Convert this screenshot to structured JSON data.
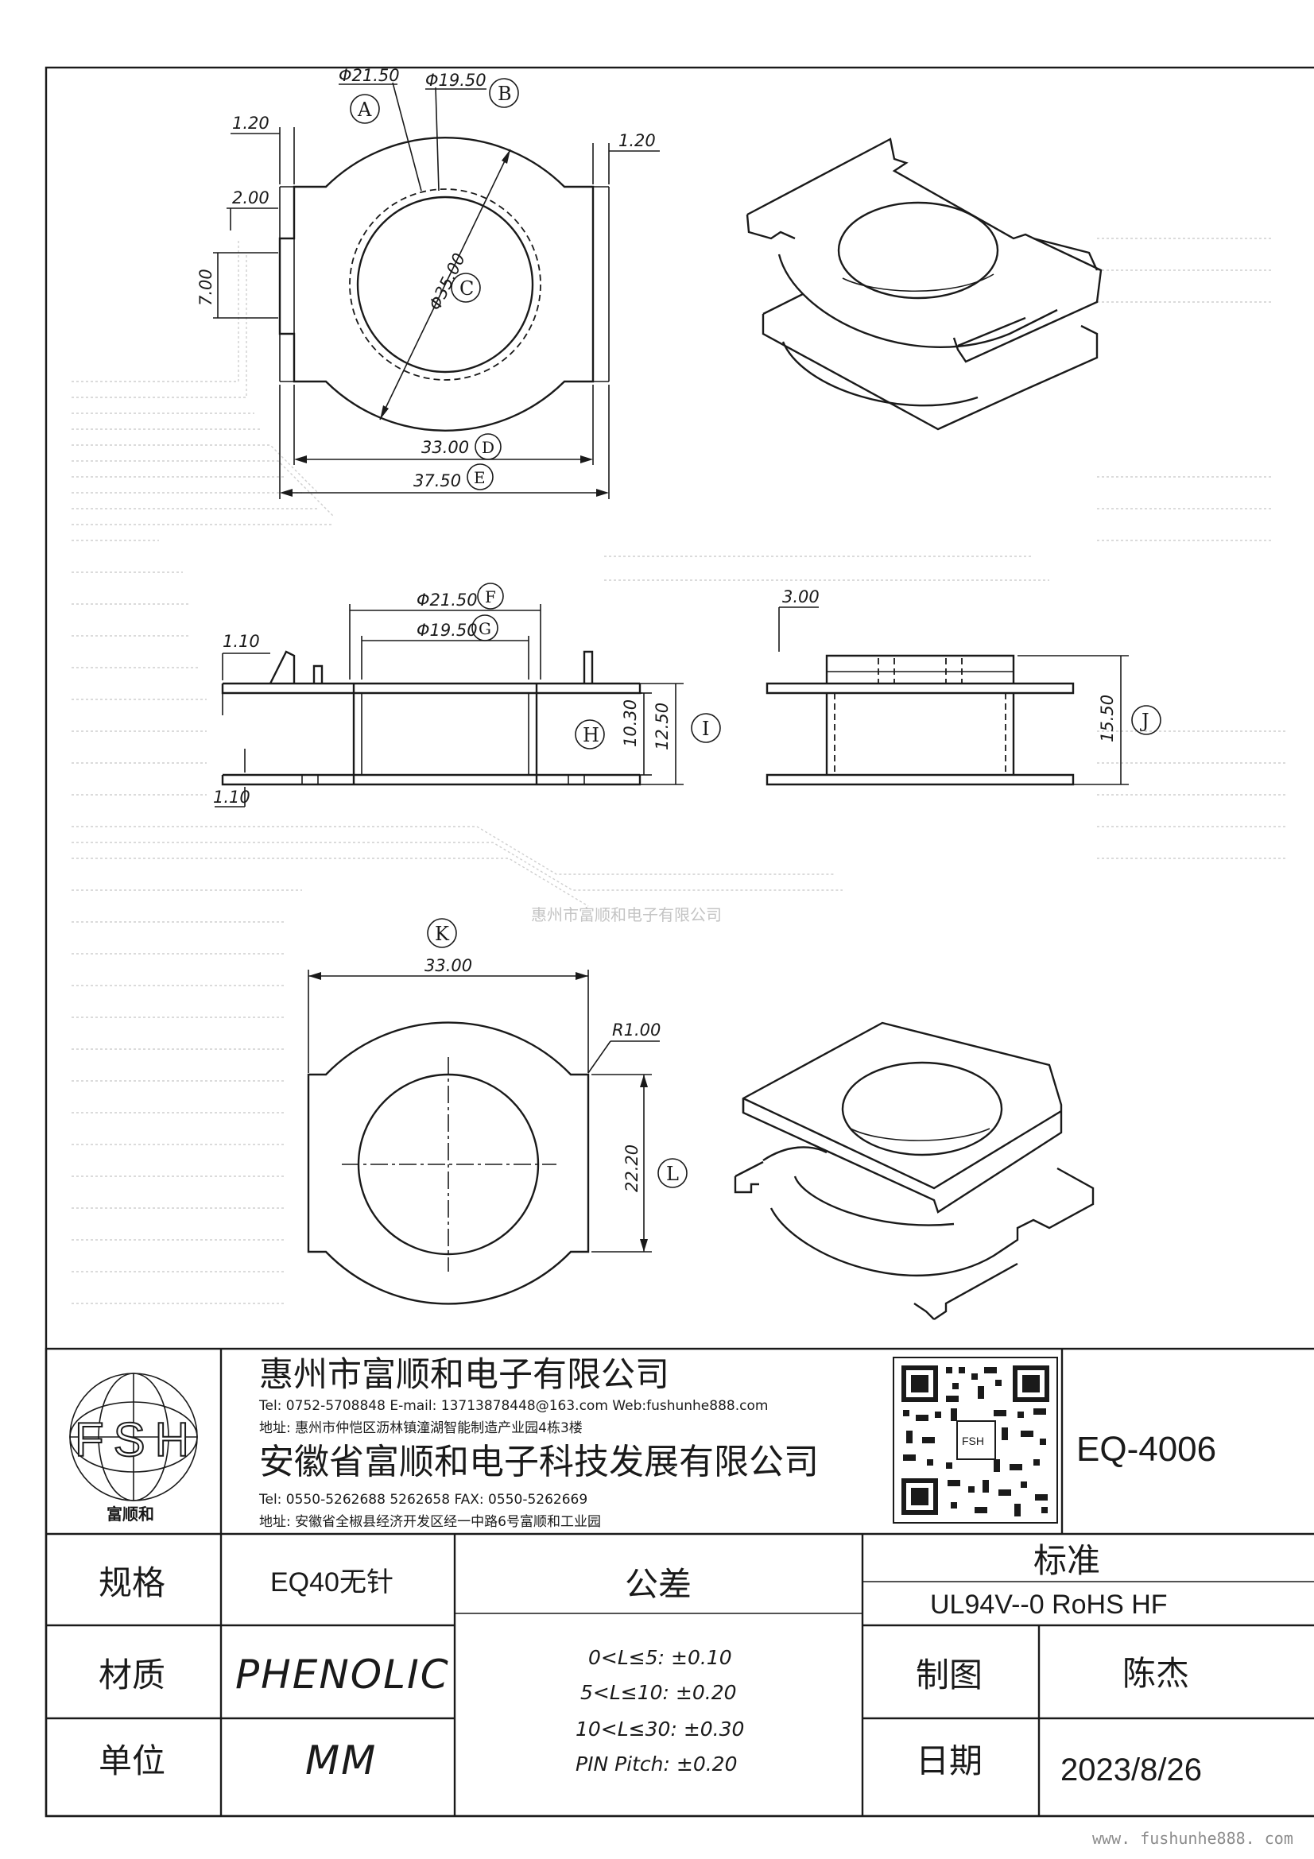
{
  "watermark": "惠州市富顺和电子有限公司",
  "footer_url": "www. fushunhe888. com",
  "top_view": {
    "dims": {
      "a": "Φ21.50",
      "b": "Φ19.50",
      "c": "Φ35.00",
      "d": "33.00",
      "e": "37.50",
      "w_left": "1.20",
      "w_right": "1.20",
      "h1": "2.00",
      "h2": "7.00"
    },
    "bubbles": {
      "a": "A",
      "b": "B",
      "c": "C",
      "d": "D",
      "e": "E"
    }
  },
  "side_view": {
    "dims": {
      "f": "Φ21.50",
      "g": "Φ19.50",
      "t1": "1.10",
      "t2": "1.10",
      "h": "10.30",
      "i": "12.50"
    },
    "bubbles": {
      "f": "F",
      "g": "G",
      "h": "H",
      "i": "I"
    }
  },
  "front_view": {
    "dims": {
      "top": "3.00",
      "j": "15.50"
    },
    "bubbles": {
      "j": "J"
    }
  },
  "bottom_view": {
    "dims": {
      "k": "33.00",
      "r": "R1.00",
      "l": "22.20"
    },
    "bubbles": {
      "k": "K",
      "l": "L"
    }
  },
  "title_block": {
    "logo_text": "FSH",
    "logo_caption": "富顺和",
    "company1": {
      "name": "惠州市富顺和电子有限公司",
      "contact": "Tel: 0752-5708848  E-mail: 13713878448@163.com  Web:fushunhe888.com",
      "address": "地址: 惠州市仲恺区沥林镇潼湖智能制造产业园4栋3楼"
    },
    "company2": {
      "name": "安徽省富顺和电子科技发展有限公司",
      "contact": "Tel:   0550-5262688  5262658       FAX: 0550-5262669",
      "address": "地址: 安徽省全椒县经济开发区经一中路6号富顺和工业园"
    },
    "part_number": "EQ-4006",
    "spec_label": "规格",
    "spec_value": "EQ40无针",
    "material_label": "材质",
    "material_value": "PHENOLIC",
    "unit_label": "单位",
    "unit_value": "MM",
    "tolerance_label": "公差",
    "tolerances": [
      "0<L≤5: ±0.10",
      "5<L≤10: ±0.20",
      "10<L≤30: ±0.30",
      "PIN Pitch: ±0.20"
    ],
    "standard_label": "标准",
    "standard_value": "UL94V--0  RoHS HF",
    "drawn_label": "制图",
    "drawn_value": "陈杰",
    "date_label": "日期",
    "date_value": "2023/8/26"
  }
}
